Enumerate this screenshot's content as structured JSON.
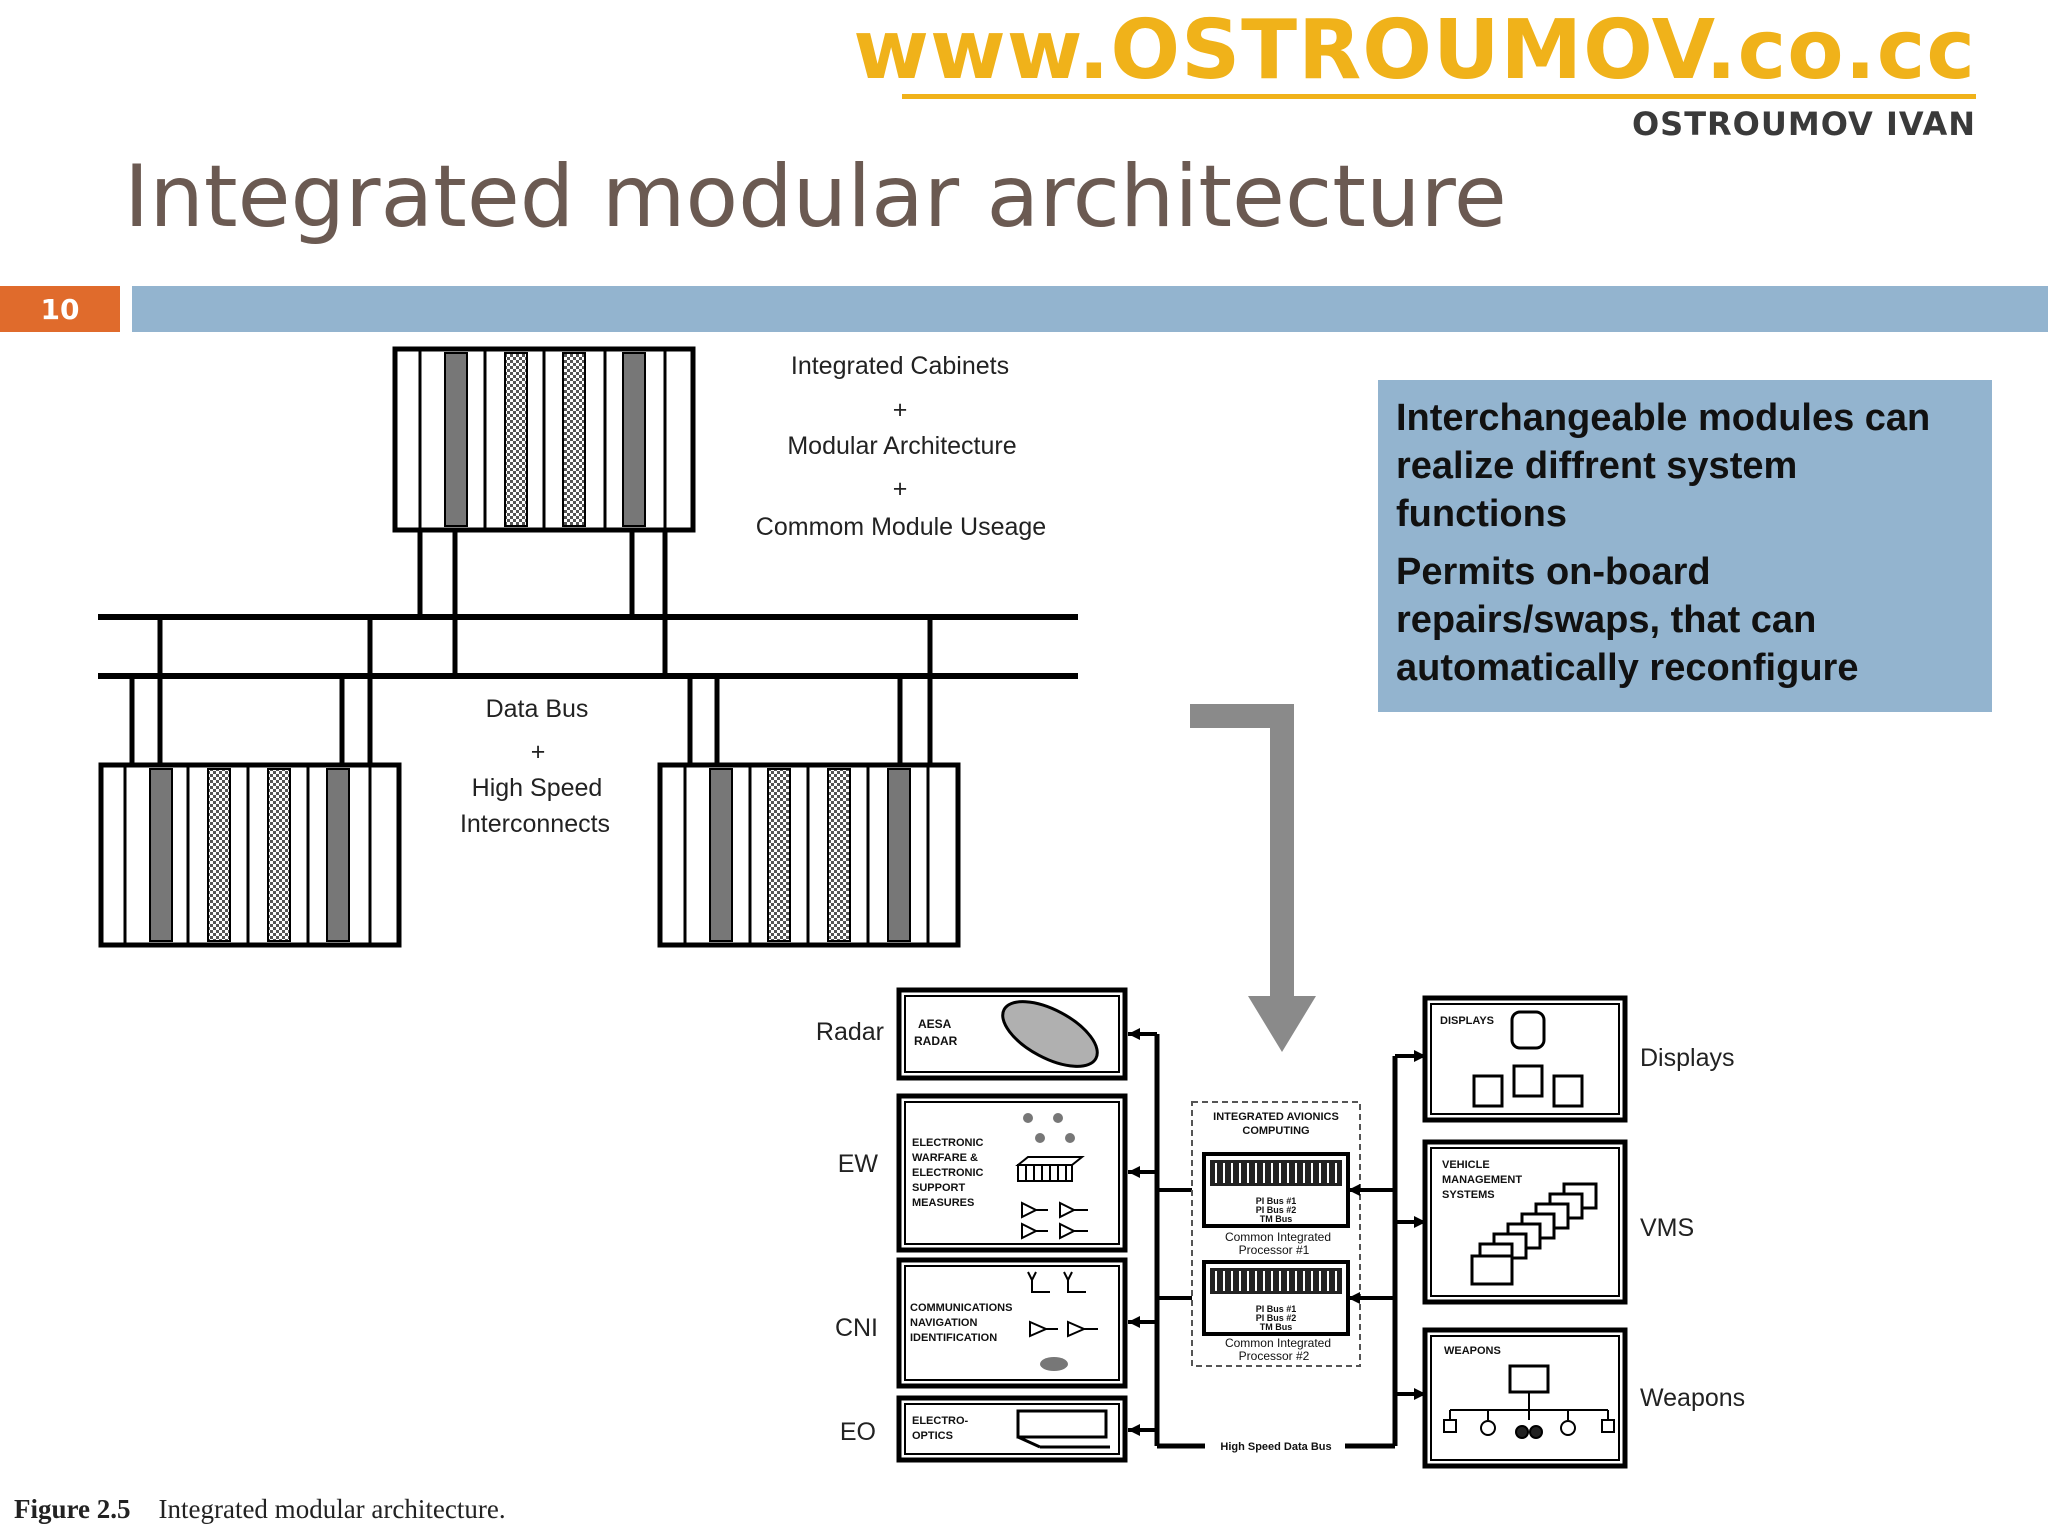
{
  "header": {
    "site_url": "www.OSTROUMOV.co.cc",
    "author": "OSTROUMOV IVAN",
    "title": "Integrated modular architecture",
    "slide_number": "10"
  },
  "colors": {
    "url": "#f0b21a",
    "title": "#6b5a52",
    "slide_number_bg": "#e06b2c",
    "bar": "#93b4cf"
  },
  "callout": {
    "line1": "Interchangeable modules can realize diffrent system functions",
    "line2": "Permits on-board repairs/swaps, that can automatically reconfigure"
  },
  "diagram_top": {
    "cabinet_label_1": "Integrated Cabinets",
    "plus_1": "+",
    "cabinet_label_2": "Modular Architecture",
    "plus_2": "+",
    "cabinet_label_3": "Commom Module Useage",
    "bus_label_1": "Data Bus",
    "plus_3": "+",
    "bus_label_2": "High Speed",
    "bus_label_3": "Interconnects"
  },
  "diagram_bottom": {
    "left_labels": [
      "Radar",
      "EW",
      "CNI",
      "EO"
    ],
    "right_labels": [
      "Displays",
      "VMS",
      "Weapons"
    ],
    "radar_box": [
      "AESA",
      "RADAR"
    ],
    "ew_box": [
      "ELECTRONIC",
      "WARFARE &",
      "ELECTRONIC",
      "SUPPORT",
      "MEASURES"
    ],
    "cni_box": [
      "COMMUNICATIONS",
      "NAVIGATION",
      "IDENTIFICATION"
    ],
    "eo_box": [
      "ELECTRO-",
      "OPTICS"
    ],
    "center_title": [
      "INTEGRATED AVIONICS",
      "COMPUTING"
    ],
    "processor_1_buses": [
      "PI Bus #1",
      "PI Bus #2",
      "TM Bus"
    ],
    "processor_1": [
      "Common Integrated",
      "Processor #1"
    ],
    "processor_2_buses": [
      "PI Bus #1",
      "PI Bus #2",
      "TM Bus"
    ],
    "processor_2": [
      "Common Integrated",
      "Processor #2"
    ],
    "bus_label": "High Speed Data Bus",
    "displays_box": "DISPLAYS",
    "vms_box": [
      "VEHICLE",
      "MANAGEMENT",
      "SYSTEMS"
    ],
    "weapons_box": "WEAPONS"
  },
  "figure_caption": {
    "number": "Figure 2.5",
    "text": "Integrated modular architecture."
  }
}
